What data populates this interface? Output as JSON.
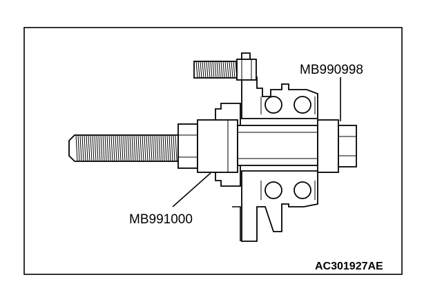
{
  "diagram": {
    "labels": {
      "tool_upper": "MB990998",
      "tool_lower": "MB991000",
      "figure_id": "AC301927AE"
    },
    "colors": {
      "ink": "#000000",
      "paper": "#ffffff"
    }
  }
}
